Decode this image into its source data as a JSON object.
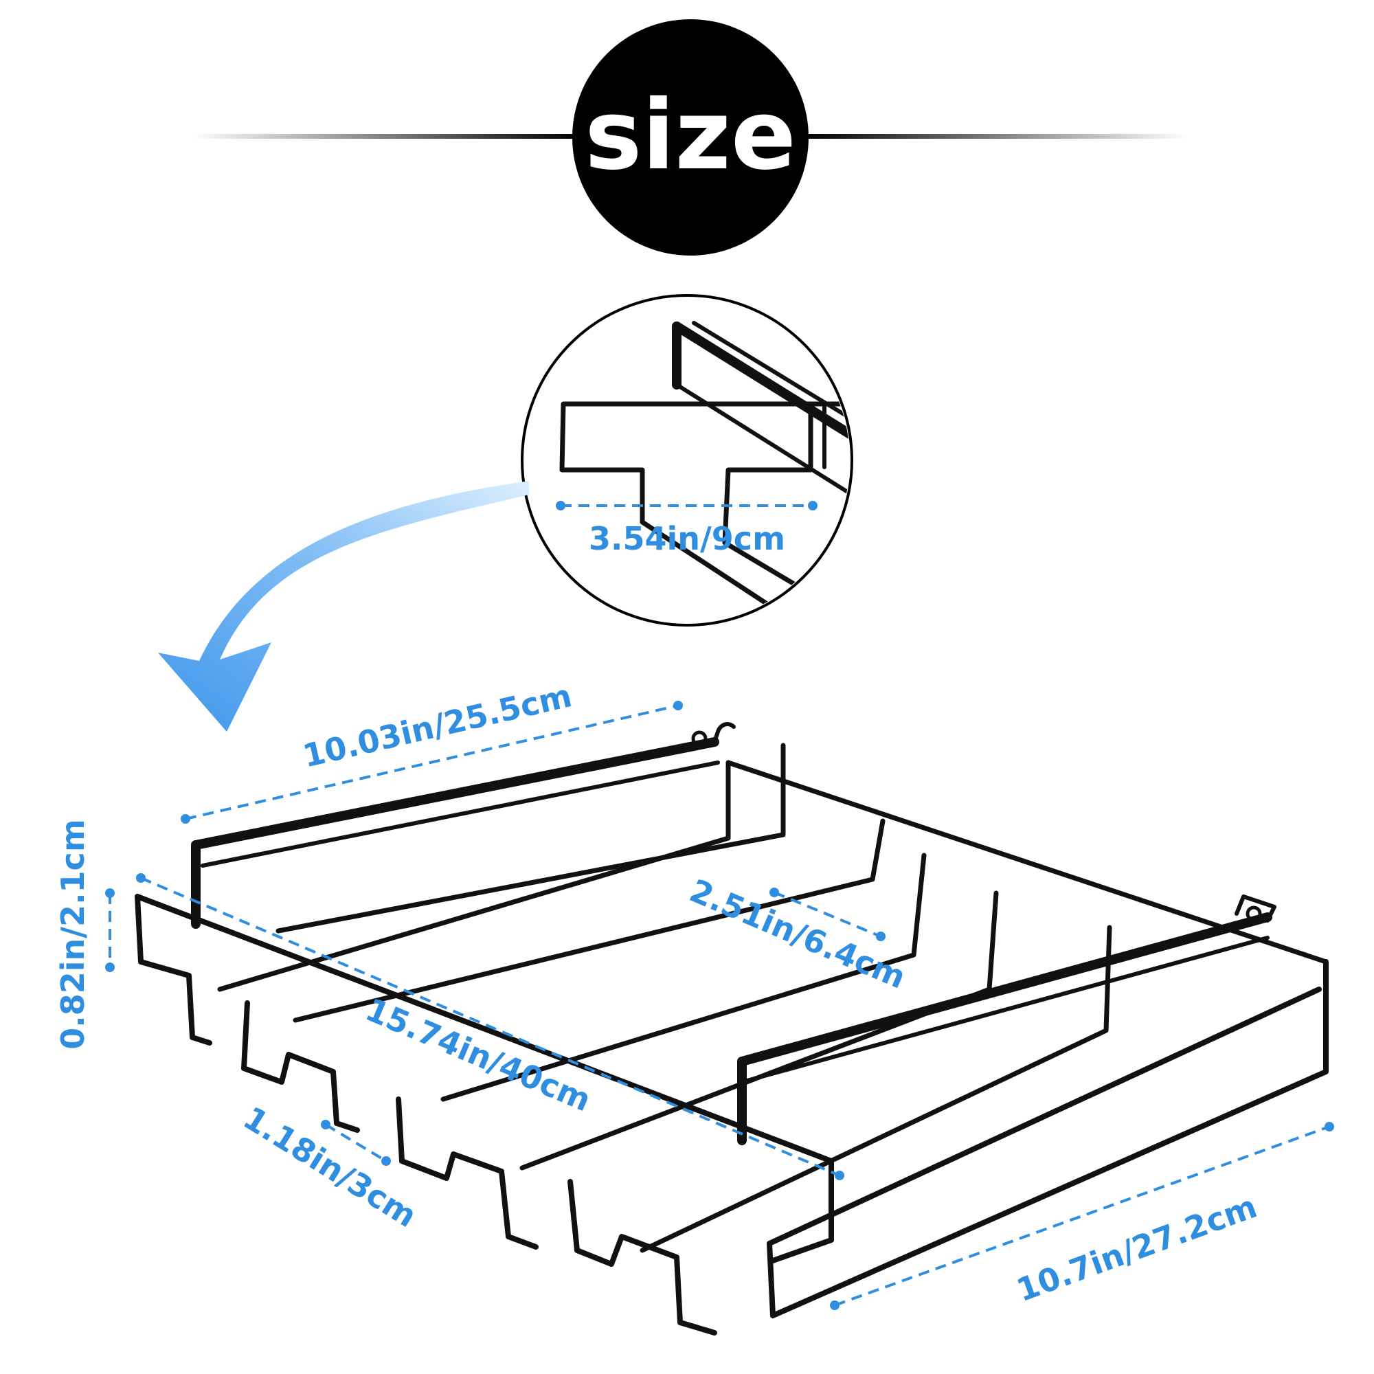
{
  "header": {
    "title": "size"
  },
  "colors": {
    "accent": "#2f8ee0",
    "arrow": "#5aa8f2",
    "rack": "#111111",
    "title_bg": "#000000",
    "title_text": "#ffffff"
  },
  "dimensions": {
    "hook_gap": "3.54in/9cm",
    "bar_length": "10.03in/25.5cm",
    "height": "0.82in/2.1cm",
    "slot_spacing": "2.51in/6.4cm",
    "rack_length": "15.74in/40cm",
    "hook_depth": "1.18in/3cm",
    "rack_width": "10.7in/27.2cm"
  },
  "icons": {
    "pointer": "curved-arrow-icon",
    "detail": "magnify-circle-icon"
  }
}
